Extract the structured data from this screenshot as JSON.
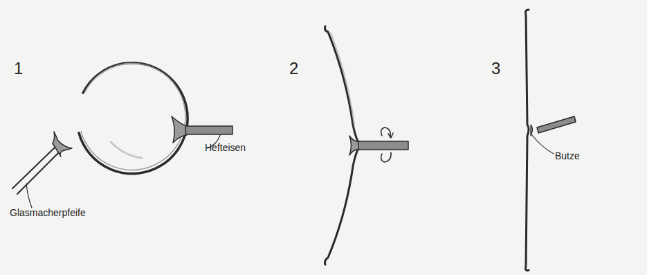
{
  "diagram": {
    "labels": [
      "1",
      "2",
      "3",
      "Glasmacherpfeife",
      "Hefteisen",
      "Butze"
    ]
  }
}
